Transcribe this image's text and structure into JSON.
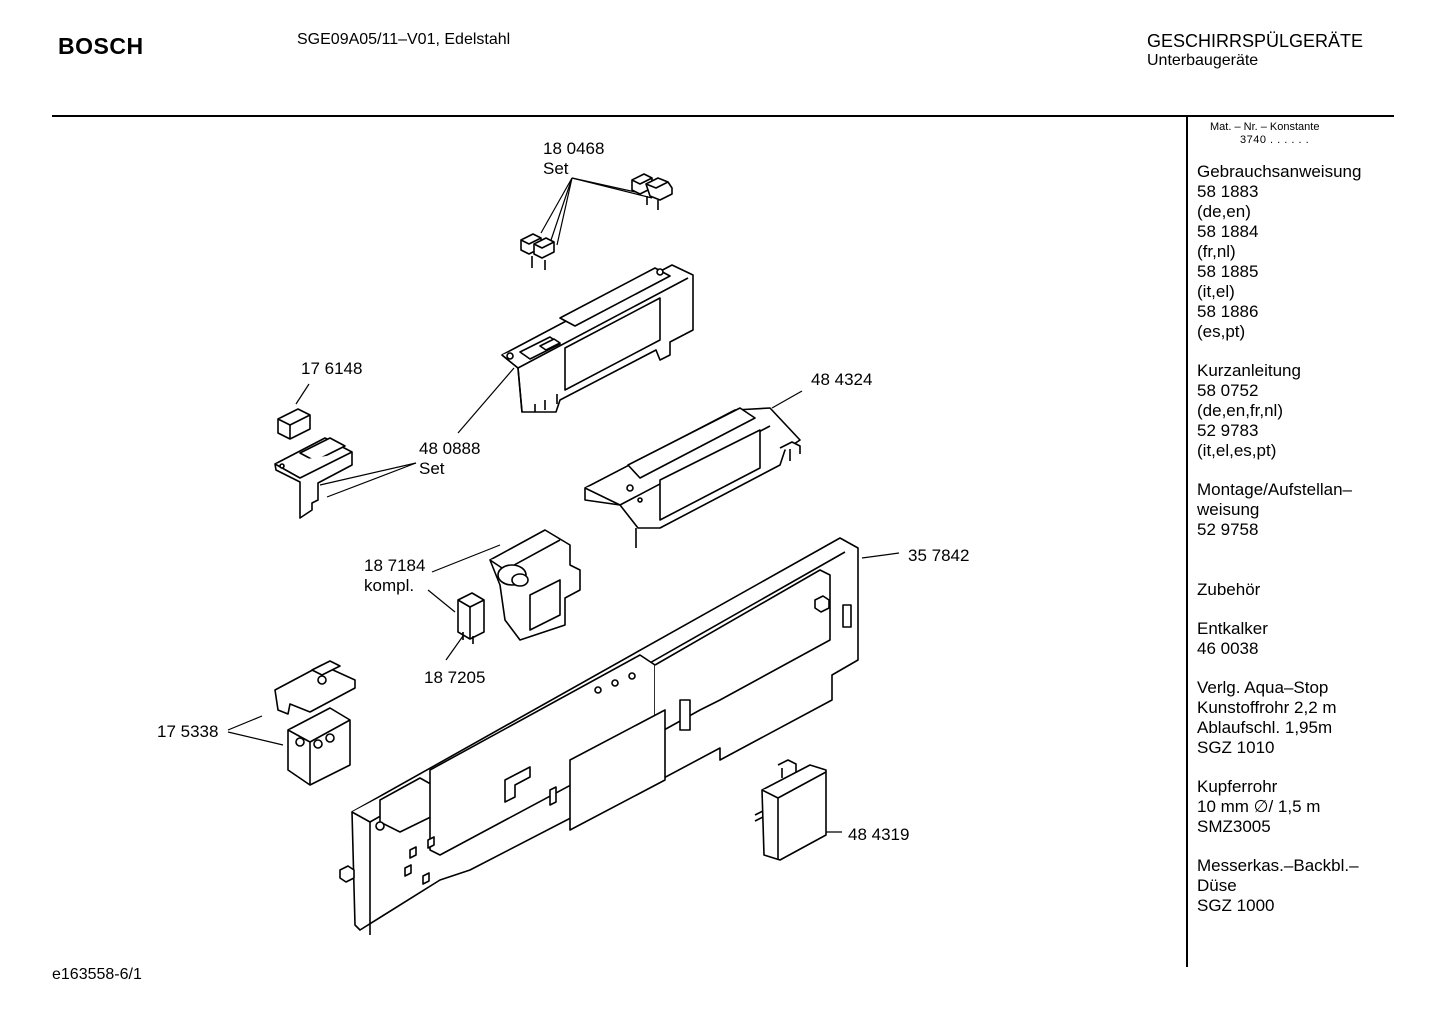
{
  "header": {
    "brand": "BOSCH",
    "model": "SGE09A05/11–V01, Edelstahl",
    "category": "GESCHIRRSPÜLGERÄTE",
    "subcategory": "Unterbaugeräte"
  },
  "footer": {
    "code": "e163558-6/1"
  },
  "sidebar": {
    "mat_label": "Mat. – Nr. – Konstante",
    "mat_code": "3740  .  .  .  .  .  .",
    "manual": [
      "Gebrauchsanweisung",
      "58 1883",
      "(de,en)",
      "58 1884",
      "(fr,nl)",
      "58 1885",
      "(it,el)",
      "58 1886",
      "(es,pt)"
    ],
    "short_guide": [
      "Kurzanleitung",
      "58 0752",
      "(de,en,fr,nl)",
      "52 9783",
      "(it,el,es,pt)"
    ],
    "installation": [
      "Montage/Aufstellan–",
      "weisung",
      "52 9758"
    ],
    "accessories_title": "Zubehör",
    "descaler": [
      "Entkalker",
      "46 0038"
    ],
    "aquastop": [
      "Verlg. Aqua–Stop",
      "Kunstoffrohr 2,2 m",
      "Ablaufschl. 1,95m",
      "SGZ 1010"
    ],
    "copper": [
      "Kupferrohr",
      "10 mm ∅/ 1,5 m",
      "SMZ3005"
    ],
    "nozzle": [
      "Messerkas.–Backbl.–",
      "Düse",
      "SGZ 1000"
    ]
  },
  "parts": {
    "p180468": "18 0468",
    "p180468_sub": "Set",
    "p176148": "17 6148",
    "p480888": "48 0888",
    "p480888_sub": "Set",
    "p484324": "48 4324",
    "p187184": "18 7184",
    "p187184_sub": "kompl.",
    "p357842": "35 7842",
    "p187205": "18 7205",
    "p175338": "17 5338",
    "p484319": "48 4319"
  }
}
